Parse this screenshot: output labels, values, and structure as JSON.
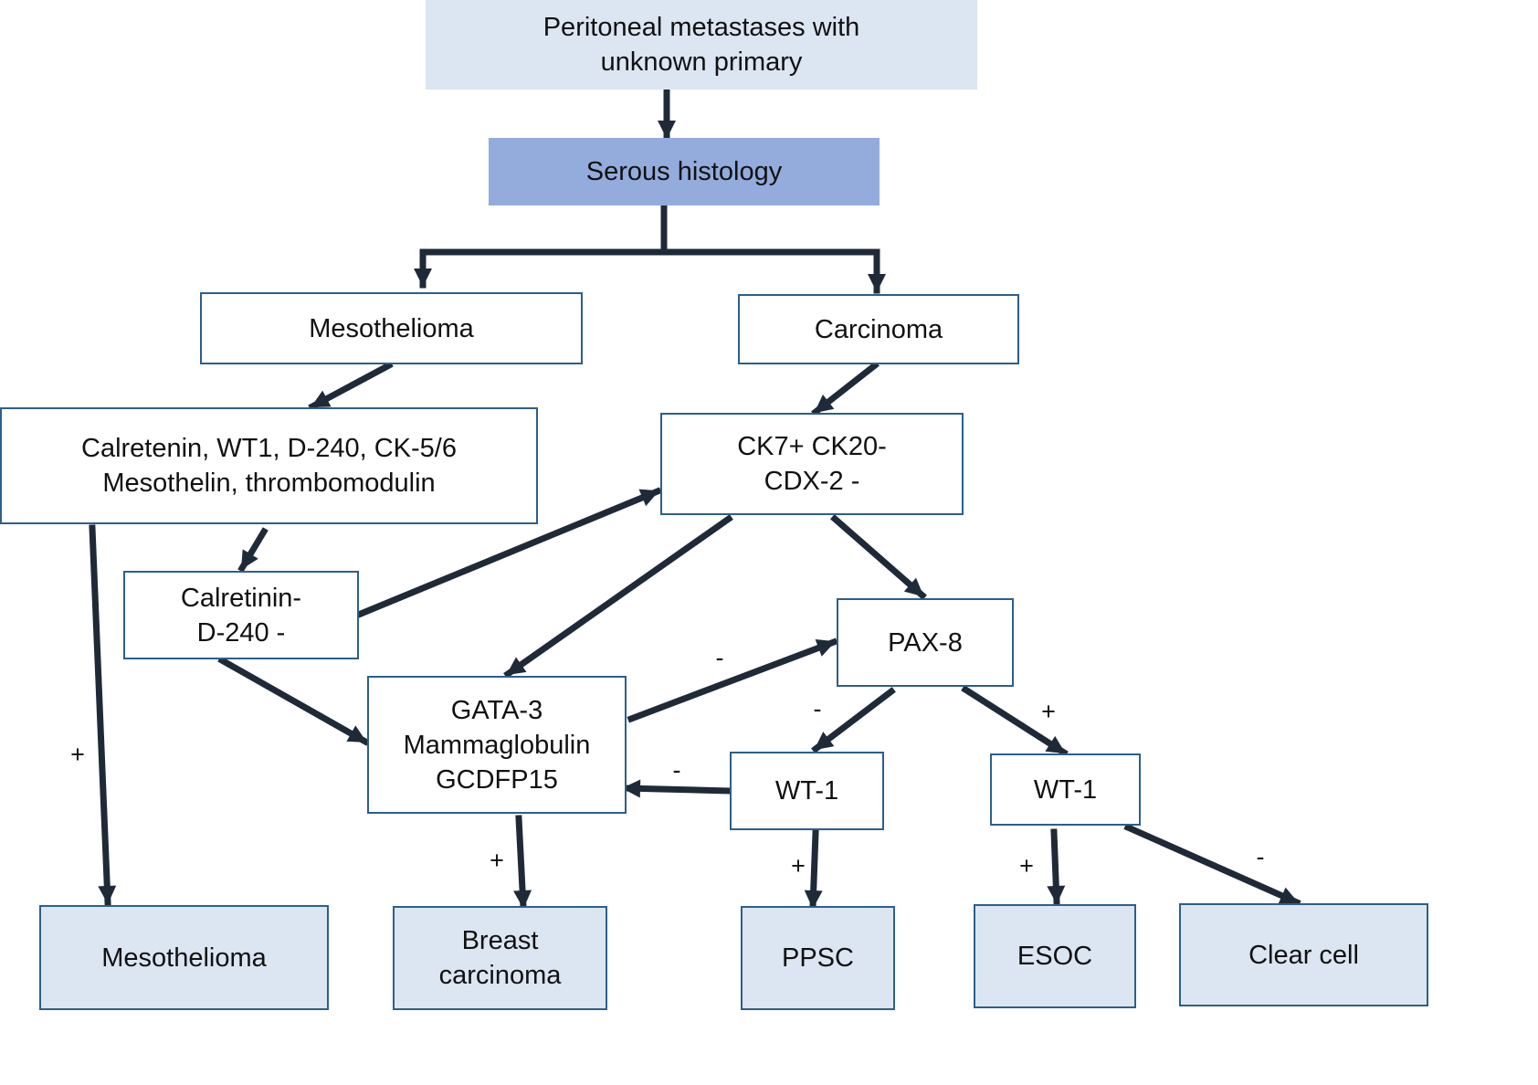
{
  "colors": {
    "top_box_fill": "#dce6f2",
    "histology_box_fill": "#93acdc",
    "terminal_box_fill": "#dce6f2",
    "box_border": "#2d5f8a",
    "arrow": "#1f2a38"
  },
  "nodes": {
    "start": [
      "Peritoneal metastases with",
      "unknown primary"
    ],
    "serous": [
      "Serous histology"
    ],
    "mesothelioma_branch": [
      "Mesothelioma"
    ],
    "carcinoma_branch": [
      "Carcinoma"
    ],
    "meso_markers": [
      "Calretenin, WT1, D-240, CK-5/6",
      "Mesothelin, thrombomodulin"
    ],
    "ck_markers": [
      "CK7+ CK20-",
      "CDX-2 -"
    ],
    "calretinin_neg": [
      "Calretinin-",
      "D-240 -"
    ],
    "pax8": [
      "PAX-8"
    ],
    "gata3": [
      "GATA-3",
      "Mammaglobulin",
      "GCDFP15"
    ],
    "wt1_left": [
      "WT-1"
    ],
    "wt1_right": [
      "WT-1"
    ],
    "result_mesothelioma": [
      "Mesothelioma"
    ],
    "result_breast": [
      "Breast",
      "carcinoma"
    ],
    "result_ppsc": [
      "PPSC"
    ],
    "result_esoc": [
      "ESOC"
    ],
    "result_clear_cell": [
      "Clear cell"
    ]
  },
  "edge_labels": {
    "meso_positive": "+",
    "gata_to_pax8_negative": "-",
    "pax8_to_wt1_left_negative": "-",
    "pax8_to_wt1_right_positive": "+",
    "wt1_left_to_gata_negative": "-",
    "gata_to_breast_positive": "+",
    "wt1_left_to_ppsc_positive": "+",
    "wt1_right_to_esoc_positive": "+",
    "wt1_right_to_clear_cell_negative": "-"
  }
}
